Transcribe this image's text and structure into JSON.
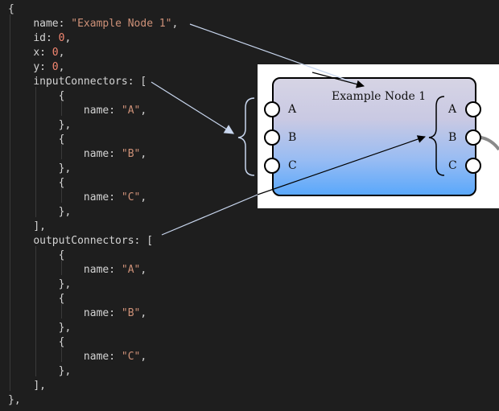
{
  "code": {
    "lines": [
      [
        {
          "t": "{",
          "c": "punct"
        }
      ],
      [
        {
          "t": "    ",
          "c": "indent"
        },
        {
          "t": "name",
          "c": "key"
        },
        {
          "t": ": ",
          "c": "punct"
        },
        {
          "t": "\"Example Node 1\"",
          "c": "str"
        },
        {
          "t": ",",
          "c": "punct"
        }
      ],
      [
        {
          "t": "    ",
          "c": "indent"
        },
        {
          "t": "id",
          "c": "key"
        },
        {
          "t": ": ",
          "c": "punct"
        },
        {
          "t": "0",
          "c": "num"
        },
        {
          "t": ",",
          "c": "punct"
        }
      ],
      [
        {
          "t": "    ",
          "c": "indent"
        },
        {
          "t": "x",
          "c": "key"
        },
        {
          "t": ": ",
          "c": "punct"
        },
        {
          "t": "0",
          "c": "num"
        },
        {
          "t": ",",
          "c": "punct"
        }
      ],
      [
        {
          "t": "    ",
          "c": "indent"
        },
        {
          "t": "y",
          "c": "key"
        },
        {
          "t": ": ",
          "c": "punct"
        },
        {
          "t": "0",
          "c": "num"
        },
        {
          "t": ",",
          "c": "punct"
        }
      ],
      [
        {
          "t": "    ",
          "c": "indent"
        },
        {
          "t": "inputConnectors",
          "c": "key"
        },
        {
          "t": ": [",
          "c": "punct"
        }
      ],
      [
        {
          "t": "        ",
          "c": "indent"
        },
        {
          "t": "{",
          "c": "punct"
        }
      ],
      [
        {
          "t": "            ",
          "c": "indent"
        },
        {
          "t": "name",
          "c": "key"
        },
        {
          "t": ": ",
          "c": "punct"
        },
        {
          "t": "\"A\"",
          "c": "str"
        },
        {
          "t": ",",
          "c": "punct"
        }
      ],
      [
        {
          "t": "        ",
          "c": "indent"
        },
        {
          "t": "},",
          "c": "punct"
        }
      ],
      [
        {
          "t": "        ",
          "c": "indent"
        },
        {
          "t": "{",
          "c": "punct"
        }
      ],
      [
        {
          "t": "            ",
          "c": "indent"
        },
        {
          "t": "name",
          "c": "key"
        },
        {
          "t": ": ",
          "c": "punct"
        },
        {
          "t": "\"B\"",
          "c": "str"
        },
        {
          "t": ",",
          "c": "punct"
        }
      ],
      [
        {
          "t": "        ",
          "c": "indent"
        },
        {
          "t": "},",
          "c": "punct"
        }
      ],
      [
        {
          "t": "        ",
          "c": "indent"
        },
        {
          "t": "{",
          "c": "punct"
        }
      ],
      [
        {
          "t": "            ",
          "c": "indent"
        },
        {
          "t": "name",
          "c": "key"
        },
        {
          "t": ": ",
          "c": "punct"
        },
        {
          "t": "\"C\"",
          "c": "str"
        },
        {
          "t": ",",
          "c": "punct"
        }
      ],
      [
        {
          "t": "        ",
          "c": "indent"
        },
        {
          "t": "},",
          "c": "punct"
        }
      ],
      [
        {
          "t": "    ",
          "c": "indent"
        },
        {
          "t": "],",
          "c": "punct"
        }
      ],
      [
        {
          "t": "    ",
          "c": "indent"
        },
        {
          "t": "outputConnectors",
          "c": "key"
        },
        {
          "t": ": [",
          "c": "punct"
        }
      ],
      [
        {
          "t": "        ",
          "c": "indent"
        },
        {
          "t": "{",
          "c": "punct"
        }
      ],
      [
        {
          "t": "            ",
          "c": "indent"
        },
        {
          "t": "name",
          "c": "key"
        },
        {
          "t": ": ",
          "c": "punct"
        },
        {
          "t": "\"A\"",
          "c": "str"
        },
        {
          "t": ",",
          "c": "punct"
        }
      ],
      [
        {
          "t": "        ",
          "c": "indent"
        },
        {
          "t": "},",
          "c": "punct"
        }
      ],
      [
        {
          "t": "        ",
          "c": "indent"
        },
        {
          "t": "{",
          "c": "punct"
        }
      ],
      [
        {
          "t": "            ",
          "c": "indent"
        },
        {
          "t": "name",
          "c": "key"
        },
        {
          "t": ": ",
          "c": "punct"
        },
        {
          "t": "\"B\"",
          "c": "str"
        },
        {
          "t": ",",
          "c": "punct"
        }
      ],
      [
        {
          "t": "        ",
          "c": "indent"
        },
        {
          "t": "},",
          "c": "punct"
        }
      ],
      [
        {
          "t": "        ",
          "c": "indent"
        },
        {
          "t": "{",
          "c": "punct"
        }
      ],
      [
        {
          "t": "            ",
          "c": "indent"
        },
        {
          "t": "name",
          "c": "key"
        },
        {
          "t": ": ",
          "c": "punct"
        },
        {
          "t": "\"C\"",
          "c": "str"
        },
        {
          "t": ",",
          "c": "punct"
        }
      ],
      [
        {
          "t": "        ",
          "c": "indent"
        },
        {
          "t": "},",
          "c": "punct"
        }
      ],
      [
        {
          "t": "    ",
          "c": "indent"
        },
        {
          "t": "],",
          "c": "punct"
        }
      ],
      [
        {
          "t": "},",
          "c": "punct"
        }
      ]
    ]
  },
  "node": {
    "title": "Example Node 1",
    "input_connectors": [
      "A",
      "B",
      "C"
    ],
    "output_connectors": [
      "A",
      "B",
      "C"
    ]
  },
  "colors": {
    "code_background": "#1e1e1e",
    "string": "#ce9178",
    "number": "#f48771",
    "node_gradient_top": "#d6d4e4",
    "node_gradient_bottom": "#5aa8fb"
  }
}
